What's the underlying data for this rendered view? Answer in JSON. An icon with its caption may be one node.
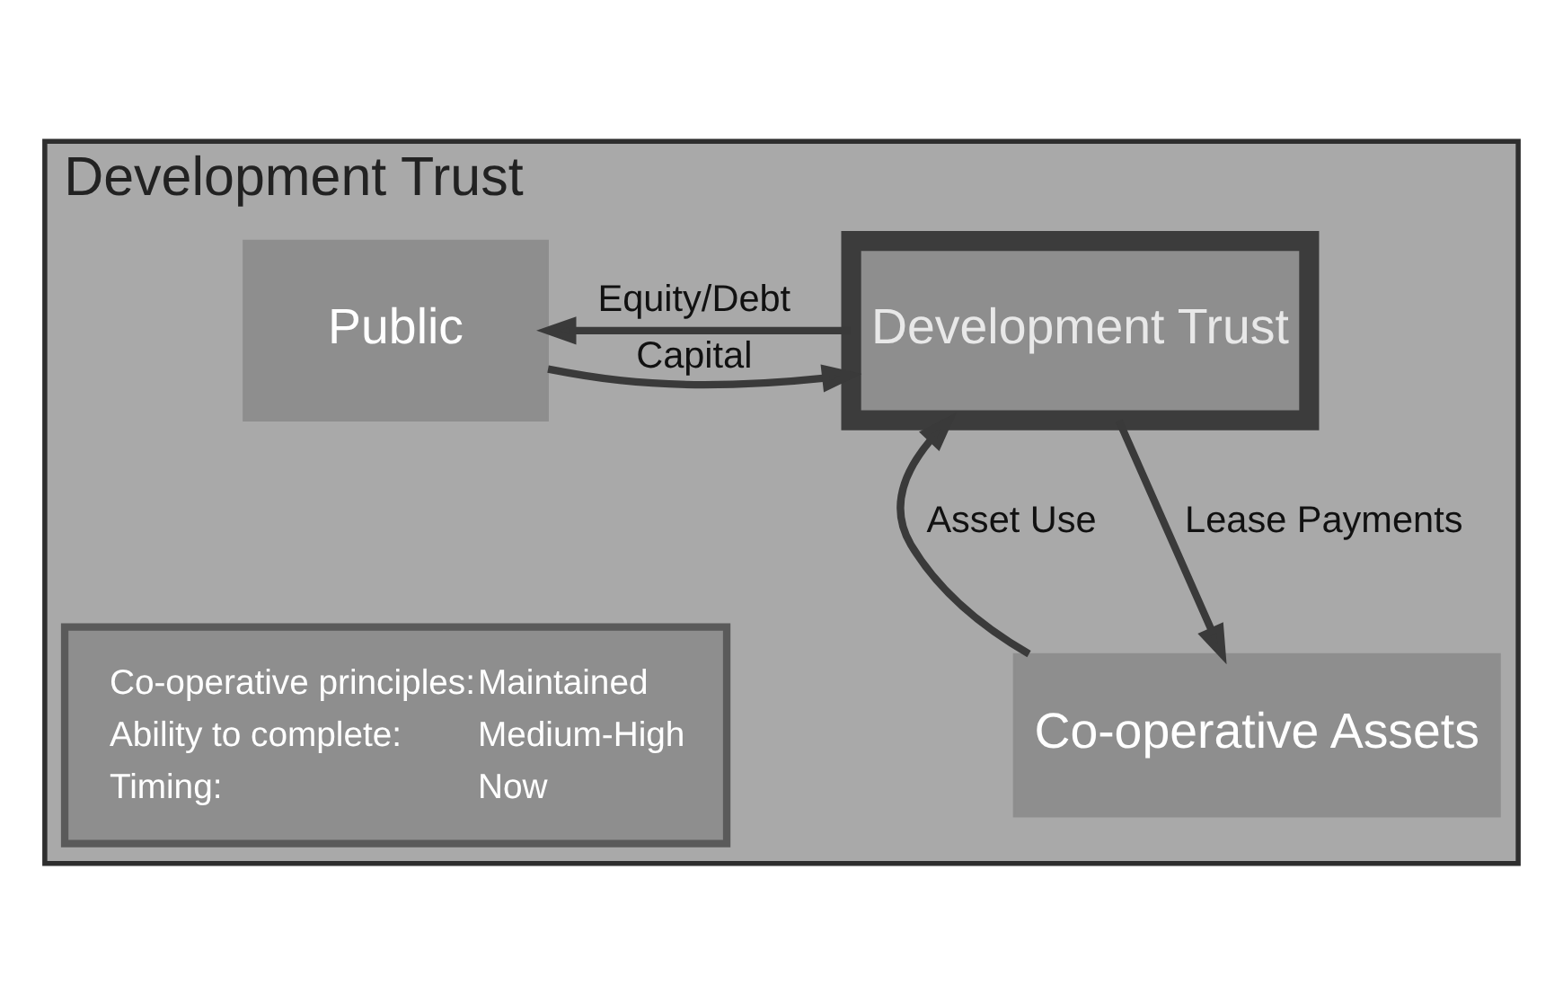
{
  "diagram": {
    "nodes": [
      {
        "text": [
          "Development Trust"
        ]
      },
      {
        "text": [
          "Development Trust"
        ],
        "in": 0
      },
      {
        "text": [
          "Public"
        ],
        "in": 0
      },
      {
        "text": [
          "Co-operative Assets"
        ],
        "in": 0
      },
      {
        "text": [
          "Co-operative principles:",
          "Maintained",
          "Ability to complete:",
          "Medium-High",
          "Timing:",
          "Now"
        ],
        "in": 0
      }
    ],
    "edges": [
      {
        "from": 2,
        "to": 1,
        "arrow": "to",
        "label": "Capital"
      },
      {
        "from": 1,
        "to": 2,
        "arrow": "to",
        "label": "Equity/Debt"
      },
      {
        "from": 1,
        "to": 3,
        "arrow": "to",
        "label": "Lease Payments"
      },
      {
        "from": 3,
        "to": 1,
        "arrow": "to",
        "label": "Asset Use"
      }
    ]
  }
}
